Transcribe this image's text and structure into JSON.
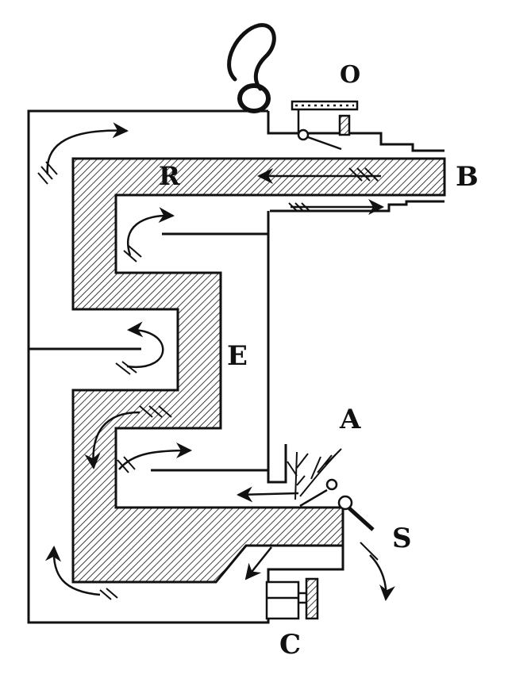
{
  "labels": {
    "o": "O",
    "r": "R",
    "b": "B",
    "e": "E",
    "a": "A",
    "s": "S",
    "c": "C"
  },
  "colors": {
    "ink": "#111111",
    "paper": "#ffffff"
  }
}
